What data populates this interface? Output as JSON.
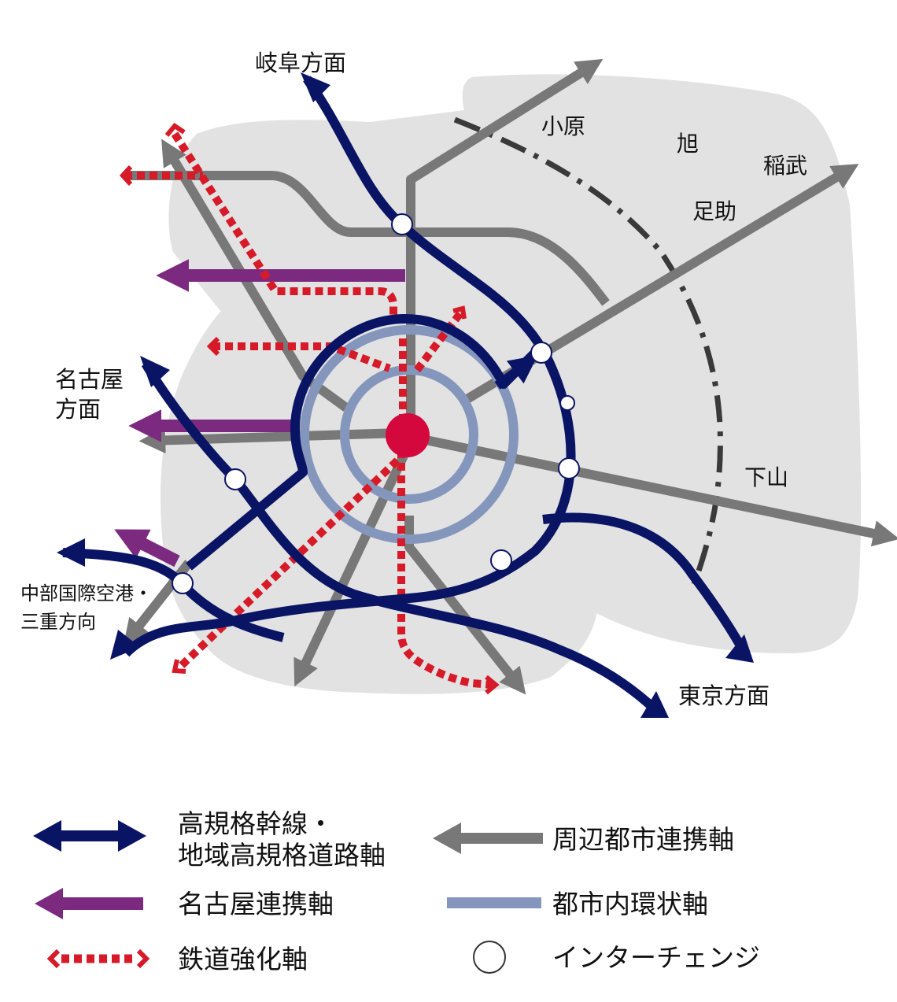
{
  "colors": {
    "background": "#ffffff",
    "area": "#e2e2e3",
    "highway": "#0a1464",
    "regional": "#787878",
    "nagoya": "#7c2a80",
    "railway": "#d61a28",
    "ring": "#8596bd",
    "center": "#d4083d",
    "boundary": "#3a3a3a"
  },
  "labels": {
    "gifu": "岐阜方面",
    "ohara": "小原",
    "asahi": "旭",
    "inabu": "稲武",
    "asuke": "足助",
    "shimoyama": "下山",
    "nagoya": "名古屋\n方面",
    "chubu": "中部国際空港・\n三重方向",
    "tokyo": "東京方面"
  },
  "legend": {
    "highway": "高規格幹線・\n地域高規格道路軸",
    "regional": "周辺都市連携軸",
    "nagoya": "名古屋連携軸",
    "ring": "都市内環状軸",
    "railway": "鉄道強化軸",
    "interchange": "インターチェンジ"
  }
}
